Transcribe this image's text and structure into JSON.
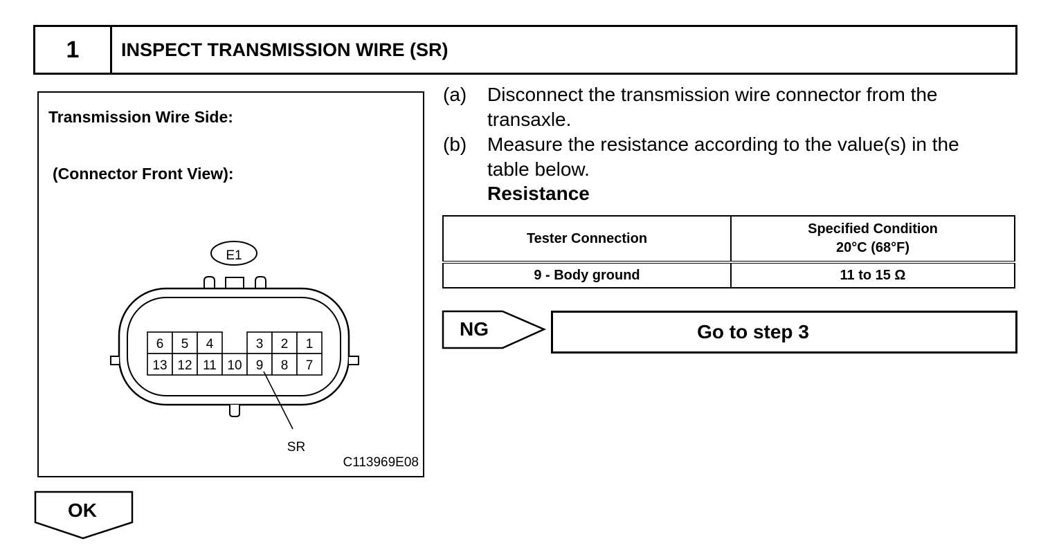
{
  "header": {
    "step_number": "1",
    "title": "INSPECT TRANSMISSION WIRE (SR)"
  },
  "figure": {
    "label_side": "Transmission Wire Side:",
    "label_view": "(Connector Front View):",
    "connector_id": "E1",
    "pins_top": [
      "6",
      "5",
      "4",
      "",
      "3",
      "2",
      "1"
    ],
    "pins_bottom": [
      "13",
      "12",
      "11",
      "10",
      "9",
      "8",
      "7"
    ],
    "callout": "SR",
    "figure_code": "C113969E08"
  },
  "instructions": [
    {
      "letter": "(a)",
      "lines": [
        "Disconnect the transmission wire connector from the",
        "transaxle."
      ]
    },
    {
      "letter": "(b)",
      "lines": [
        "Measure the resistance according to the value(s) in the",
        "table below."
      ]
    }
  ],
  "resistance_heading": "Resistance",
  "table": {
    "col1_header": "Tester Connection",
    "col2_header_line1": "Specified Condition",
    "col2_header_line2": "20°C (68°F)",
    "rows": [
      {
        "connection": "9 - Body ground",
        "condition": "11 to 15 Ω"
      }
    ]
  },
  "ng": {
    "label": "NG",
    "action": "Go to step 3"
  },
  "ok": {
    "label": "OK"
  }
}
